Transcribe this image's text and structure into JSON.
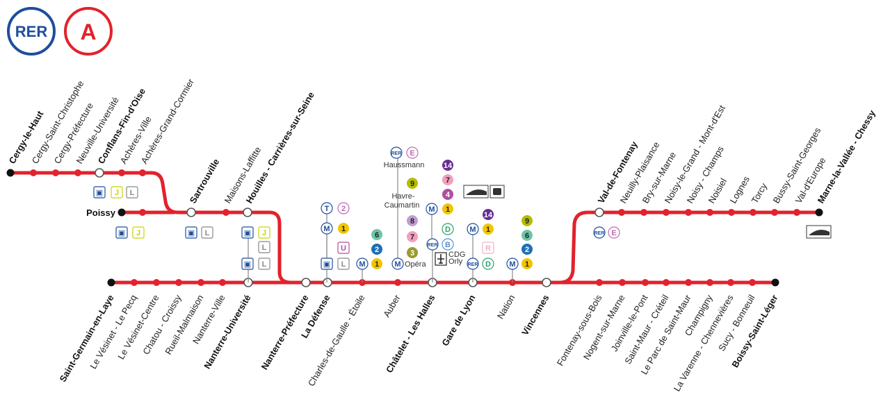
{
  "logo": {
    "rer": "RER",
    "line": "A",
    "rer_color": "#1f4e9c",
    "line_color": "#e2222c"
  },
  "colors": {
    "line": "#e2222c",
    "terminus": "#111111",
    "interchange_ring": "#555555"
  },
  "branches": {
    "cergy": [
      "Cergy-le-Haut",
      "Cergy-Saint-Christophe",
      "Cergy-Préfecture",
      "Neuville-Université",
      "Conflans-Fin-d'Oise",
      "Achères-Ville",
      "Achères-Grand-Cormier"
    ],
    "poissy": [
      "Poissy"
    ],
    "trunk_west": [
      "Sartrouville",
      "Maisons-Laffitte",
      "Houilles - Carrières-sur-Seine"
    ],
    "saint_germain": [
      "Saint-Germain-en-Laye",
      "Le Vésinet - Le Pecq",
      "Le Vésinet-Centre",
      "Chatou - Croissy",
      "Rueil-Malmaison",
      "Nanterre-Ville",
      "Nanterre-Université"
    ],
    "central": [
      "Nanterre-Préfecture",
      "La Défense",
      "Charles-de-Gaulle - Étoile",
      "Auber",
      "Châtelet - Les Halles",
      "Gare de Lyon",
      "Nation",
      "Vincennes"
    ],
    "marne": [
      "Val-de-Fontenay",
      "Neuilly-Plaisance",
      "Bry-sur-Marne",
      "Noisy-le-Grand - Mont-d'Est",
      "Noisy - Champs",
      "Noisiel",
      "Lognes",
      "Torcy",
      "Bussy-Saint-Georges",
      "Val-d'Europe",
      "Marne-la-Vallée - Chessy"
    ],
    "boissy": [
      "Fontenay-sous-Bois",
      "Nogent-sur-Marne",
      "Joinville-le-Pont",
      "Saint-Maur - Créteil",
      "Le Parc de Saint-Maur",
      "Champigny",
      "La Varenne - Chennevières",
      "Sucy - Bonneuil",
      "Boissy-Saint-Léger"
    ]
  },
  "labels": {
    "haussmann": "Haussmann",
    "havre": "Havre-",
    "caumartin": "Caumartin",
    "opera": "Opéra",
    "cdg": "CDG",
    "orly": "Orly"
  },
  "connections": {
    "metro": "M",
    "tram": "T",
    "rer": "RER",
    "l1": "1",
    "l2": "2",
    "l3": "3",
    "l4": "4",
    "l6": "6",
    "l7": "7",
    "l8": "8",
    "l9": "9",
    "l14": "14",
    "tJ": "J",
    "tL": "L",
    "tU": "U",
    "tR": "R",
    "rB": "B",
    "rD": "D",
    "rE": "E",
    "t2": "2"
  }
}
